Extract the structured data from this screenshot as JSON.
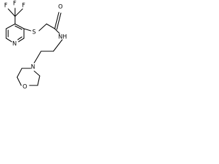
{
  "molecule": {
    "atoms": {
      "f1": "F",
      "f2": "F",
      "f3": "F",
      "ring_n": "N",
      "thioether_s": "S",
      "carbonyl_o": "O",
      "amide_nh": "NH",
      "morpholine_n": "N",
      "morpholine_o": "O"
    },
    "colors": {
      "bond": "#000000",
      "text": "#000000",
      "background": "#ffffff"
    }
  }
}
